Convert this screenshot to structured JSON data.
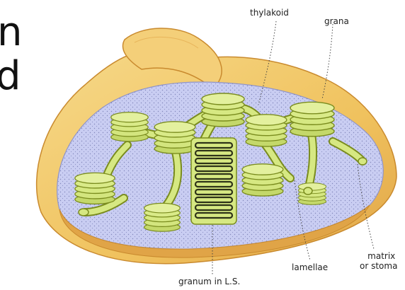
{
  "slide": {
    "left_fragments": [
      "n",
      "d"
    ]
  },
  "diagram": {
    "labels": {
      "thylakoid": "thylakoid",
      "grana": "grana",
      "granum": "granum in L.S.",
      "lamellae": "lamellae",
      "matrix_line1": "matrix",
      "matrix_line2": "or stoma"
    },
    "colors": {
      "outer_membrane": "#f0c25e",
      "outer_membrane_edge": "#c98a2e",
      "stroma": "#c9cdf2",
      "grana": "#d6e882",
      "grana_edge": "#7a8c1e",
      "granum_dark": "#2e3318"
    }
  }
}
